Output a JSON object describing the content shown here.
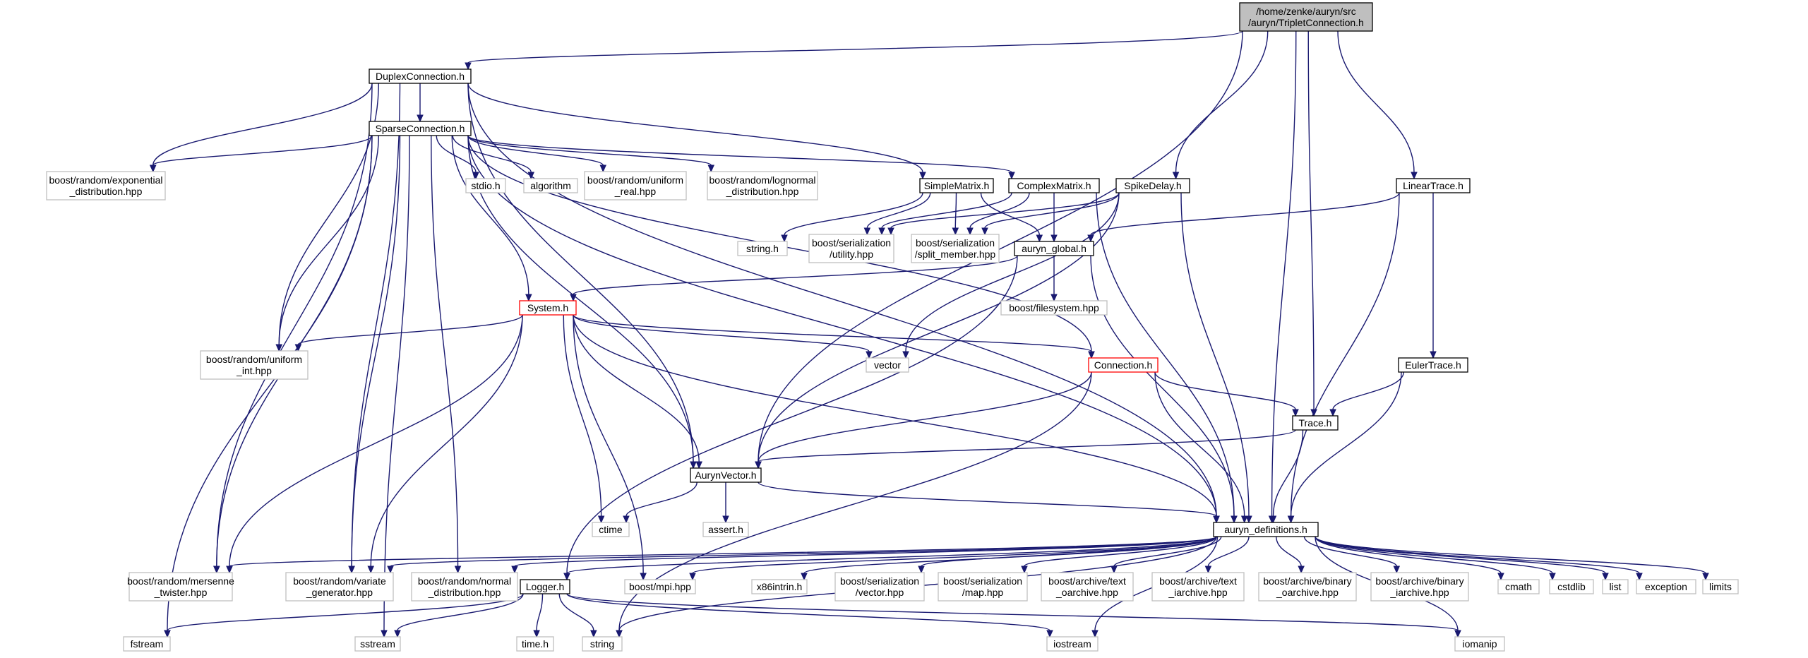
{
  "diagram": {
    "colors": {
      "edge": "#191970",
      "documented_border": "#000000",
      "external_border": "#bfbfbf",
      "truncated_border": "#ff0000",
      "root_fill": "#bfbfbf"
    },
    "nodes": [
      {
        "id": "root",
        "kind": "root",
        "lines": [
          "/home/zenke/auryn/src",
          "/auryn/TripletConnection.h"
        ]
      },
      {
        "id": "duplex",
        "kind": "black",
        "lines": [
          "DuplexConnection.h"
        ]
      },
      {
        "id": "sparse",
        "kind": "black",
        "lines": [
          "SparseConnection.h"
        ]
      },
      {
        "id": "exp",
        "kind": "grey",
        "lines": [
          "boost/random/exponential",
          "_distribution.hpp"
        ]
      },
      {
        "id": "stdio",
        "kind": "grey",
        "lines": [
          "stdio.h"
        ]
      },
      {
        "id": "algorithm",
        "kind": "grey",
        "lines": [
          "algorithm"
        ]
      },
      {
        "id": "ureal",
        "kind": "grey",
        "lines": [
          "boost/random/uniform",
          "_real.hpp"
        ]
      },
      {
        "id": "lognormal",
        "kind": "grey",
        "lines": [
          "boost/random/lognormal",
          "_distribution.hpp"
        ]
      },
      {
        "id": "simplematrix",
        "kind": "black",
        "lines": [
          "SimpleMatrix.h"
        ]
      },
      {
        "id": "complexmatrix",
        "kind": "black",
        "lines": [
          "ComplexMatrix.h"
        ]
      },
      {
        "id": "spikedelay",
        "kind": "black",
        "lines": [
          "SpikeDelay.h"
        ]
      },
      {
        "id": "lineartrace",
        "kind": "black",
        "lines": [
          "LinearTrace.h"
        ]
      },
      {
        "id": "stringh",
        "kind": "grey",
        "lines": [
          "string.h"
        ]
      },
      {
        "id": "serutil",
        "kind": "grey",
        "lines": [
          "boost/serialization",
          "/utility.hpp"
        ]
      },
      {
        "id": "sersplit",
        "kind": "grey",
        "lines": [
          "boost/serialization",
          "/split_member.hpp"
        ]
      },
      {
        "id": "aurynglobal",
        "kind": "black",
        "lines": [
          "auryn_global.h"
        ]
      },
      {
        "id": "system",
        "kind": "red",
        "lines": [
          "System.h"
        ]
      },
      {
        "id": "filesystem",
        "kind": "grey",
        "lines": [
          "boost/filesystem.hpp"
        ]
      },
      {
        "id": "uint",
        "kind": "grey",
        "lines": [
          "boost/random/uniform",
          "_int.hpp"
        ]
      },
      {
        "id": "vector",
        "kind": "grey",
        "lines": [
          "vector"
        ]
      },
      {
        "id": "connection",
        "kind": "red",
        "lines": [
          "Connection.h"
        ]
      },
      {
        "id": "eulertrace",
        "kind": "black",
        "lines": [
          "EulerTrace.h"
        ]
      },
      {
        "id": "trace",
        "kind": "black",
        "lines": [
          "Trace.h"
        ]
      },
      {
        "id": "aurynvector",
        "kind": "black",
        "lines": [
          "AurynVector.h"
        ]
      },
      {
        "id": "ctime",
        "kind": "grey",
        "lines": [
          "ctime"
        ]
      },
      {
        "id": "assert",
        "kind": "grey",
        "lines": [
          "assert.h"
        ]
      },
      {
        "id": "defs",
        "kind": "black",
        "lines": [
          "auryn_definitions.h"
        ]
      },
      {
        "id": "mersenne",
        "kind": "grey",
        "lines": [
          "boost/random/mersenne",
          "_twister.hpp"
        ]
      },
      {
        "id": "variate",
        "kind": "grey",
        "lines": [
          "boost/random/variate",
          "_generator.hpp"
        ]
      },
      {
        "id": "normal",
        "kind": "grey",
        "lines": [
          "boost/random/normal",
          "_distribution.hpp"
        ]
      },
      {
        "id": "logger",
        "kind": "black",
        "lines": [
          "Logger.h"
        ]
      },
      {
        "id": "mpi",
        "kind": "grey",
        "lines": [
          "boost/mpi.hpp"
        ]
      },
      {
        "id": "x86",
        "kind": "grey",
        "lines": [
          "x86intrin.h"
        ]
      },
      {
        "id": "servector",
        "kind": "grey",
        "lines": [
          "boost/serialization",
          "/vector.hpp"
        ]
      },
      {
        "id": "sermap",
        "kind": "grey",
        "lines": [
          "boost/serialization",
          "/map.hpp"
        ]
      },
      {
        "id": "textoarch",
        "kind": "grey",
        "lines": [
          "boost/archive/text",
          "_oarchive.hpp"
        ]
      },
      {
        "id": "textiarch",
        "kind": "grey",
        "lines": [
          "boost/archive/text",
          "_iarchive.hpp"
        ]
      },
      {
        "id": "binoarch",
        "kind": "grey",
        "lines": [
          "boost/archive/binary",
          "_oarchive.hpp"
        ]
      },
      {
        "id": "biniarch",
        "kind": "grey",
        "lines": [
          "boost/archive/binary",
          "_iarchive.hpp"
        ]
      },
      {
        "id": "cmath",
        "kind": "grey",
        "lines": [
          "cmath"
        ]
      },
      {
        "id": "cstdlib",
        "kind": "grey",
        "lines": [
          "cstdlib"
        ]
      },
      {
        "id": "list",
        "kind": "grey",
        "lines": [
          "list"
        ]
      },
      {
        "id": "exception",
        "kind": "grey",
        "lines": [
          "exception"
        ]
      },
      {
        "id": "limits",
        "kind": "grey",
        "lines": [
          "limits"
        ]
      },
      {
        "id": "fstream",
        "kind": "grey",
        "lines": [
          "fstream"
        ]
      },
      {
        "id": "sstream",
        "kind": "grey",
        "lines": [
          "sstream"
        ]
      },
      {
        "id": "timeh",
        "kind": "grey",
        "lines": [
          "time.h"
        ]
      },
      {
        "id": "string",
        "kind": "grey",
        "lines": [
          "string"
        ]
      },
      {
        "id": "iostream",
        "kind": "grey",
        "lines": [
          "iostream"
        ]
      },
      {
        "id": "iomanip",
        "kind": "grey",
        "lines": [
          "iomanip"
        ]
      }
    ],
    "edges": [
      [
        "root",
        "duplex"
      ],
      [
        "root",
        "aurynvector"
      ],
      [
        "root",
        "spikedelay"
      ],
      [
        "root",
        "trace"
      ],
      [
        "root",
        "lineartrace"
      ],
      [
        "root",
        "defs"
      ],
      [
        "duplex",
        "sparse"
      ],
      [
        "duplex",
        "exp"
      ],
      [
        "duplex",
        "uint"
      ],
      [
        "duplex",
        "mersenne"
      ],
      [
        "duplex",
        "variate"
      ],
      [
        "duplex",
        "simplematrix"
      ],
      [
        "duplex",
        "aurynvector"
      ],
      [
        "duplex",
        "defs"
      ],
      [
        "sparse",
        "exp"
      ],
      [
        "sparse",
        "stdio"
      ],
      [
        "sparse",
        "algorithm"
      ],
      [
        "sparse",
        "ureal"
      ],
      [
        "sparse",
        "lognormal"
      ],
      [
        "sparse",
        "complexmatrix"
      ],
      [
        "sparse",
        "uint"
      ],
      [
        "sparse",
        "mersenne"
      ],
      [
        "sparse",
        "variate"
      ],
      [
        "sparse",
        "normal"
      ],
      [
        "sparse",
        "system"
      ],
      [
        "sparse",
        "aurynvector"
      ],
      [
        "sparse",
        "connection"
      ],
      [
        "sparse",
        "defs"
      ],
      [
        "sparse",
        "fstream"
      ],
      [
        "sparse",
        "sstream"
      ],
      [
        "simplematrix",
        "stringh"
      ],
      [
        "simplematrix",
        "serutil"
      ],
      [
        "simplematrix",
        "sersplit"
      ],
      [
        "simplematrix",
        "aurynglobal"
      ],
      [
        "complexmatrix",
        "serutil"
      ],
      [
        "complexmatrix",
        "sersplit"
      ],
      [
        "complexmatrix",
        "aurynglobal"
      ],
      [
        "complexmatrix",
        "defs"
      ],
      [
        "spikedelay",
        "serutil"
      ],
      [
        "spikedelay",
        "sersplit"
      ],
      [
        "spikedelay",
        "vector"
      ],
      [
        "spikedelay",
        "aurynvector"
      ],
      [
        "spikedelay",
        "defs"
      ],
      [
        "lineartrace",
        "aurynglobal"
      ],
      [
        "lineartrace",
        "eulertrace"
      ],
      [
        "lineartrace",
        "defs"
      ],
      [
        "aurynglobal",
        "system"
      ],
      [
        "aurynglobal",
        "filesystem"
      ],
      [
        "aurynglobal",
        "logger"
      ],
      [
        "aurynglobal",
        "defs"
      ],
      [
        "system",
        "uint"
      ],
      [
        "system",
        "vector"
      ],
      [
        "system",
        "connection"
      ],
      [
        "system",
        "aurynvector"
      ],
      [
        "system",
        "ctime"
      ],
      [
        "system",
        "mersenne"
      ],
      [
        "system",
        "variate"
      ],
      [
        "system",
        "mpi"
      ],
      [
        "system",
        "defs"
      ],
      [
        "connection",
        "trace"
      ],
      [
        "connection",
        "aurynvector"
      ],
      [
        "connection",
        "defs"
      ],
      [
        "connection",
        "string"
      ],
      [
        "eulertrace",
        "trace"
      ],
      [
        "eulertrace",
        "defs"
      ],
      [
        "trace",
        "aurynvector"
      ],
      [
        "trace",
        "defs"
      ],
      [
        "aurynvector",
        "ctime"
      ],
      [
        "aurynvector",
        "assert"
      ],
      [
        "aurynvector",
        "defs"
      ],
      [
        "defs",
        "mersenne"
      ],
      [
        "defs",
        "variate"
      ],
      [
        "defs",
        "normal"
      ],
      [
        "defs",
        "logger"
      ],
      [
        "defs",
        "mpi"
      ],
      [
        "defs",
        "x86"
      ],
      [
        "defs",
        "servector"
      ],
      [
        "defs",
        "sermap"
      ],
      [
        "defs",
        "textoarch"
      ],
      [
        "defs",
        "textiarch"
      ],
      [
        "defs",
        "binoarch"
      ],
      [
        "defs",
        "biniarch"
      ],
      [
        "defs",
        "cmath"
      ],
      [
        "defs",
        "cstdlib"
      ],
      [
        "defs",
        "list"
      ],
      [
        "defs",
        "exception"
      ],
      [
        "defs",
        "limits"
      ],
      [
        "defs",
        "string"
      ],
      [
        "defs",
        "iostream"
      ],
      [
        "defs",
        "iomanip"
      ],
      [
        "logger",
        "fstream"
      ],
      [
        "logger",
        "sstream"
      ],
      [
        "logger",
        "timeh"
      ],
      [
        "logger",
        "string"
      ],
      [
        "logger",
        "iostream"
      ],
      [
        "logger",
        "iomanip"
      ]
    ]
  }
}
